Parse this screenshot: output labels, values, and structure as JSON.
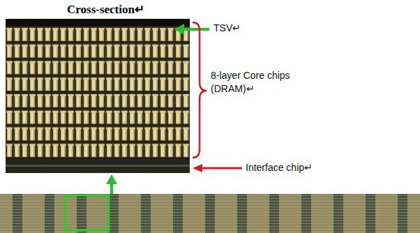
{
  "diagram": {
    "title": "Cross-section↵",
    "labels": [
      "TSV↵",
      "8-layer Core chips (DRAM)↵",
      "Interface chip↵"
    ]
  }
}
